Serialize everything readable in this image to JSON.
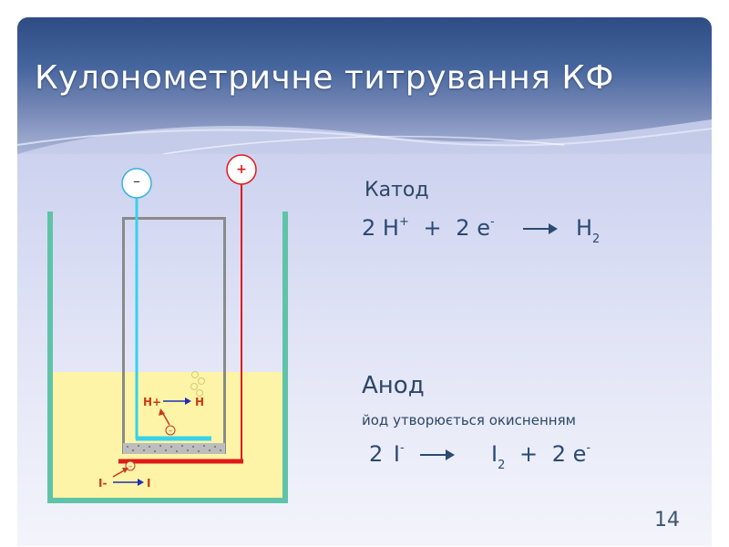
{
  "title": "Кулонометричне титрування КФ",
  "cathode": {
    "label": "Катод",
    "equation": {
      "coef_h": "2",
      "h_symbol": "H",
      "h_charge": "+",
      "plus": "+",
      "coef_e": "2",
      "e_symbol": "e",
      "e_charge": "-",
      "product_symbol": "H",
      "product_sub": "2"
    }
  },
  "anode": {
    "label": "Анод",
    "note": "йод утворюється окисненням",
    "equation": {
      "coef_i": "2",
      "i_symbol": "I",
      "i_charge": "-",
      "product_symbol": "I",
      "product_sub": "2",
      "plus": "+",
      "coef_e": "2",
      "e_symbol": "e",
      "e_charge": "-"
    }
  },
  "diagram": {
    "negative_terminal": "–",
    "positive_terminal": "+",
    "h_plus_label": "H+",
    "h_label": "H",
    "iodide_label": "I-",
    "iodine_label": "I",
    "electron_symbol": "–",
    "colors": {
      "vessel": "#5fc3a8",
      "solution": "#fdf4a8",
      "inner_cell": "#8a8a8a",
      "cathode_wire": "#35d3ea",
      "anode_wire": "#e01a1a",
      "ion_label": "#c83a1a",
      "arrow_blue": "#1e2fb4"
    }
  },
  "page_number": "14"
}
